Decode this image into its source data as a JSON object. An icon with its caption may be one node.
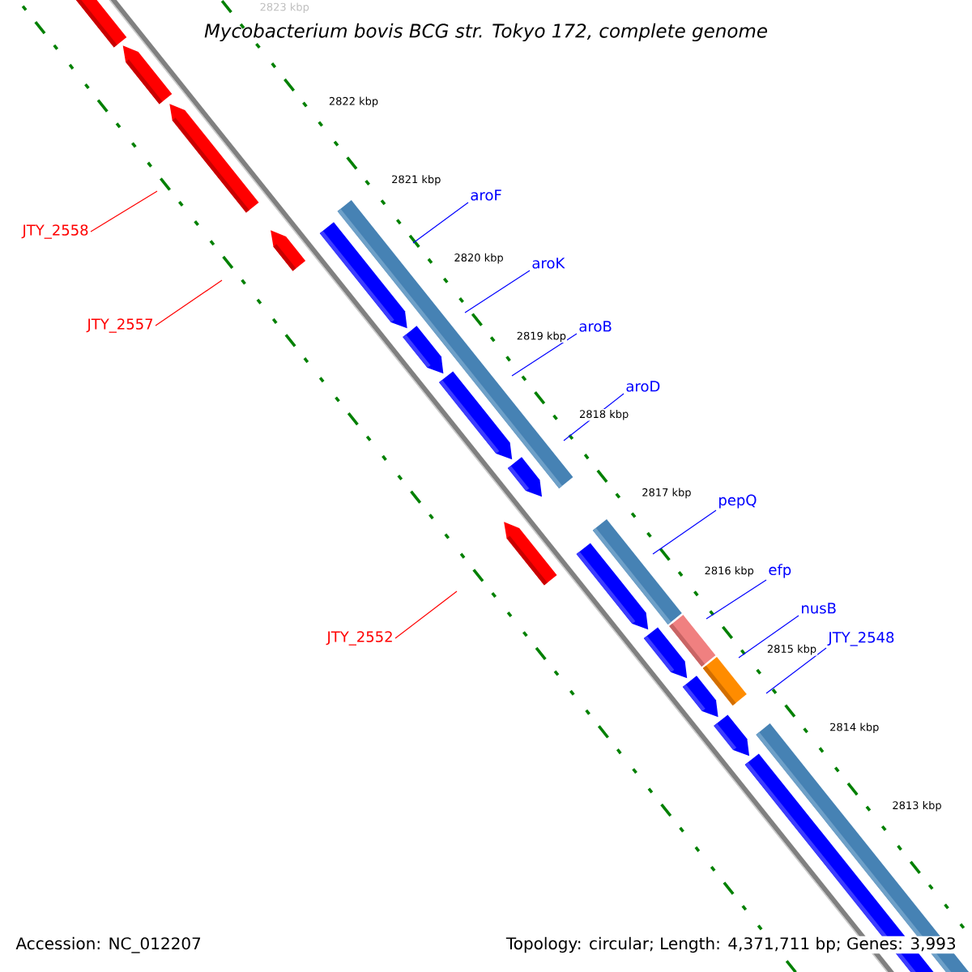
{
  "diagram": {
    "title": "Mycobacterium bovis BCG str. Tokyo 172, complete genome",
    "nodes": [
      {
        "text": [
          "aroF"
        ]
      },
      {
        "text": [
          "JTY_2558"
        ]
      },
      {
        "text": [
          "aroK"
        ]
      },
      {
        "text": [
          "aroB"
        ]
      },
      {
        "text": [
          "JTY_2557"
        ]
      },
      {
        "text": [
          "aroD"
        ]
      },
      {
        "text": [
          "pepQ"
        ]
      },
      {
        "text": [
          "efp"
        ]
      },
      {
        "text": [
          "nusB"
        ]
      },
      {
        "text": [
          "JTY_2552"
        ]
      },
      {
        "text": [
          "JTY_2548"
        ]
      }
    ],
    "edges": [
      {
        "from": 0,
        "to": null,
        "arrow": "none"
      },
      {
        "from": 1,
        "to": null,
        "arrow": "none",
        "color": "#ff0000"
      },
      {
        "from": 2,
        "to": null,
        "arrow": "none"
      },
      {
        "from": 3,
        "to": null,
        "arrow": "none"
      },
      {
        "from": 4,
        "to": null,
        "arrow": "none",
        "color": "#ff0000"
      },
      {
        "from": 5,
        "to": null,
        "arrow": "none"
      },
      {
        "from": 6,
        "to": null,
        "arrow": "none"
      },
      {
        "from": 7,
        "to": null,
        "arrow": "none"
      },
      {
        "from": 8,
        "to": null,
        "arrow": "none"
      },
      {
        "from": 9,
        "to": null,
        "arrow": "none",
        "color": "#ff0000"
      },
      {
        "from": 10,
        "to": null,
        "arrow": "none"
      }
    ],
    "labels": [
      "2823 kbp",
      "2822 kbp",
      "2821 kbp",
      "2820 kbp",
      "2819 kbp",
      "2818 kbp",
      "2817 kbp",
      "2816 kbp",
      "2815 kbp",
      "2814 kbp",
      "2813 kbp",
      "Accession: NC_012207",
      "Topology: circular; Length: 4,371,711 bp; Genes: 3,993"
    ]
  }
}
